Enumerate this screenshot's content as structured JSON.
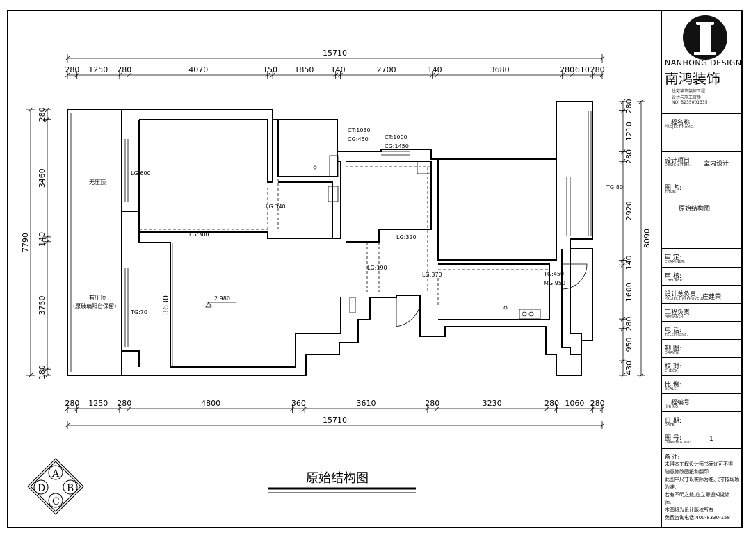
{
  "brand": {
    "name_en": "NANHONG DESIGN",
    "name_cn": "南鸿装饰",
    "sub1": "住宅装饰装修工程",
    "sub2": "设计与施工资质",
    "sub3": "NO: B235001335"
  },
  "dims_top": {
    "overall": "15710",
    "segments": [
      "280",
      "1250",
      "280",
      "4070",
      "150",
      "1850",
      "140",
      "2700",
      "140",
      "3680",
      "280",
      "610",
      "280"
    ]
  },
  "dims_bottom": {
    "overall": "15710",
    "segments": [
      "280",
      "1250",
      "280",
      "4800",
      "360",
      "3610",
      "280",
      "3230",
      "280",
      "1060",
      "280"
    ]
  },
  "dims_left": {
    "overall": "7790",
    "segments": [
      "280",
      "3460",
      "140",
      "3750",
      "180"
    ]
  },
  "dims_right": {
    "overall": "8090",
    "segments": [
      "280",
      "1210",
      "280",
      "2920",
      "140",
      "1600",
      "280",
      "950",
      "430"
    ]
  },
  "annotations": {
    "balcony_top": "无压顶",
    "balcony_bottom_1": "有压顶",
    "balcony_bottom_2": "(原玻璃阳台保留)",
    "lg600": "LG:600",
    "lg340": "LG:340",
    "lg300": "LG:300",
    "ct1030": "CT:1030",
    "cg450": "CG:450",
    "ct1000": "CT:1000",
    "cg1450": "CG:1450",
    "lg320": "LG:320",
    "lg190": "LG:190",
    "lg370": "LG:370",
    "tg80": "TG:80",
    "tg450": "TG:450",
    "mg950": "MG:950",
    "tg70": "TG:70",
    "dim3630": "3630",
    "elev": "2.980"
  },
  "title": "原始结构图",
  "title_block": {
    "project_name": {
      "label": "工程名称:",
      "en": "PROJECT NAME:"
    },
    "design_item": {
      "label": "设计项目:",
      "en": "DESIGN ITEM:",
      "value": "室内设计"
    },
    "drawing_name": {
      "label": "图 名:",
      "en": "TITLE:",
      "value": "原始结构图"
    },
    "approve": {
      "label": "审 定:",
      "en": "EXAMINER:"
    },
    "review": {
      "label": "审 核:",
      "en": "CHECKER:"
    },
    "chief": {
      "label": "设计总负责:",
      "en": "PROJECT APPROVED:",
      "value": "庄建荣"
    },
    "manager": {
      "label": "工程负责:",
      "en": "MANAGER:"
    },
    "phone": {
      "label": "电 话:",
      "en": "TELEPHONE:"
    },
    "draw": {
      "label": "制 图:",
      "en": "DRAWN:"
    },
    "check": {
      "label": "校 对:",
      "en": "CHECK:"
    },
    "scale": {
      "label": "比 例:",
      "en": "SCALE:"
    },
    "job_no": {
      "label": "工程编号:",
      "en": "JOB NO:"
    },
    "date": {
      "label": "日 期:",
      "en": "DATE:"
    },
    "drawing_no": {
      "label": "图 号:",
      "en": "DRAWING NO:",
      "value": "1"
    },
    "notes_title": "备 注:",
    "notes": [
      "未得本工程设计师书面许可不得",
      "随意修改图纸和翻印.",
      "此图中尺寸以实际为准,尺寸按现场",
      "为准.",
      "若有不明之处,应立即通知设计",
      "师.",
      "本图纸为设计版权所有.",
      "免费咨询电话:400-8330-158"
    ]
  },
  "compass": {
    "a": "A",
    "b": "B",
    "c": "C",
    "d": "D"
  }
}
